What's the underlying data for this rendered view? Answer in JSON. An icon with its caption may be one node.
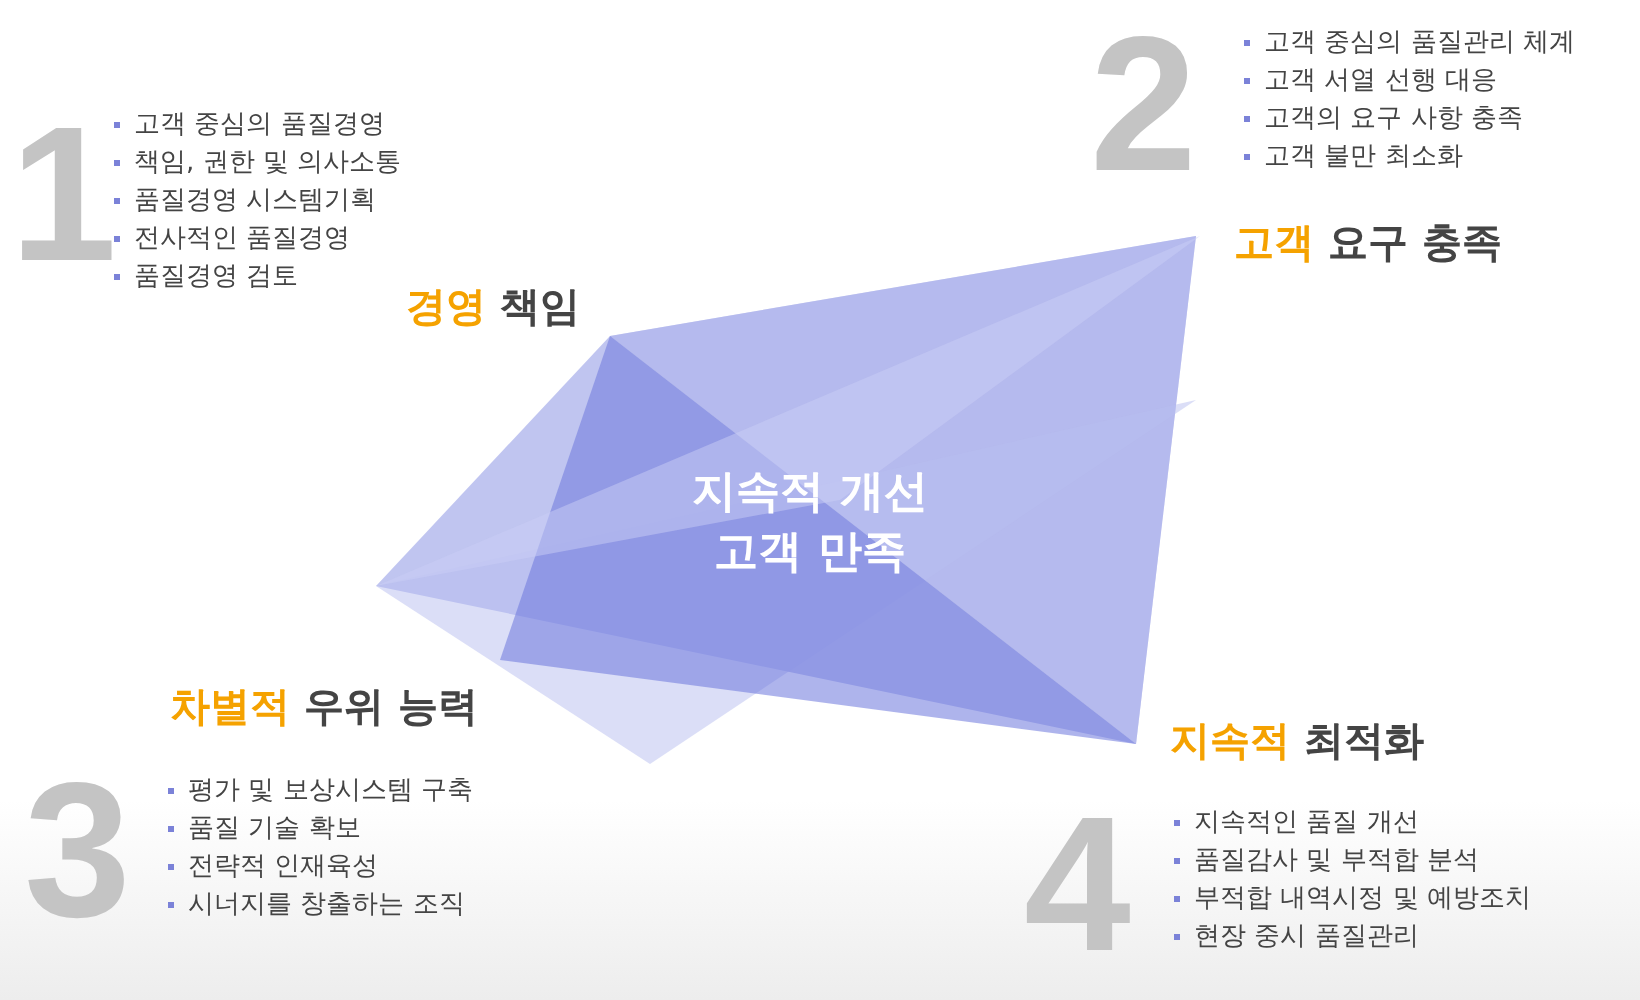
{
  "diagram": {
    "labels": [
      "1",
      "고객 중심의 품질경영",
      "책임, 권한 및 의사소통",
      "품질경영 시스템기획",
      "전사적인 품질경영",
      "품질경영 검토",
      "경영 책임",
      "2",
      "고객 중심의 품질관리 체계",
      "고객 서열 선행 대응",
      "고객의 요구 사항 충족",
      "고객 불만 최소화",
      "고객 요구 충족",
      "지속적 개선 고객 만족",
      "차별적 우위 능력",
      "3",
      "평가 및 보상시스템 구축",
      "품질 기술 확보",
      "전략적 인재육성",
      "시너지를 창출하는 조직",
      "지속적 최적화",
      "4",
      "지속적인 품질 개선",
      "품질감사 및  부적합 분석",
      "부적합 내역시정 및 예방조치",
      "현장 중시 품질관리"
    ]
  }
}
